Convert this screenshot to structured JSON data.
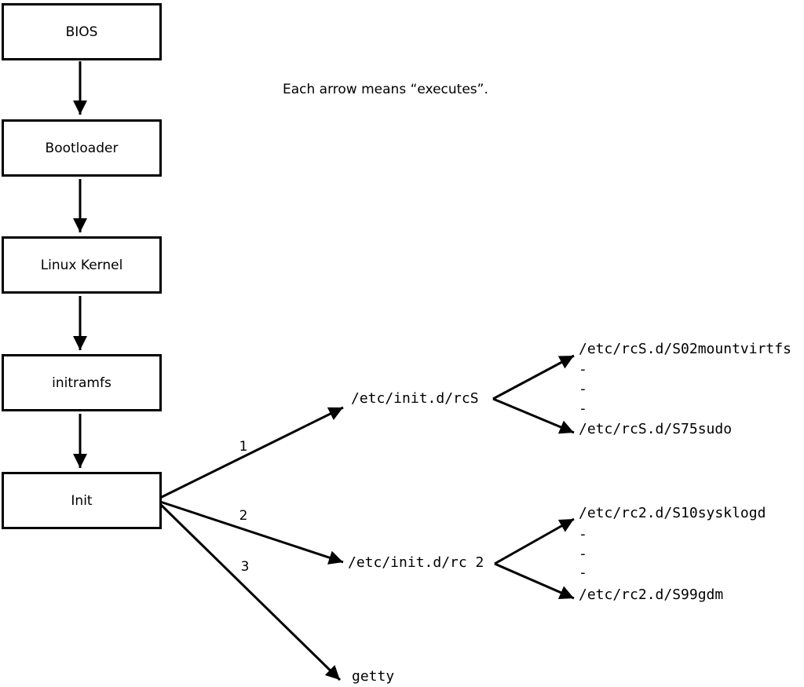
{
  "note": "Each arrow means “executes”.",
  "chain": [
    "BIOS",
    "Bootloader",
    "Linux Kernel",
    "initramfs",
    "Init"
  ],
  "init_branches": [
    {
      "label": "1",
      "target": "/etc/init.d/rcS"
    },
    {
      "label": "2",
      "target": "/etc/init.d/rc 2"
    },
    {
      "label": "3",
      "target": "getty"
    }
  ],
  "rcS_scripts": [
    "/etc/rcS.d/S02mountvirtfs",
    "-",
    "-",
    "-",
    "/etc/rcS.d/S75sudo"
  ],
  "rc2_scripts": [
    "/etc/rc2.d/S10sysklogd",
    "-",
    "-",
    "-",
    "/etc/rc2.d/S99gdm"
  ],
  "colors": {
    "background": "#ffffff",
    "line": "#000000",
    "text": "#000000"
  }
}
